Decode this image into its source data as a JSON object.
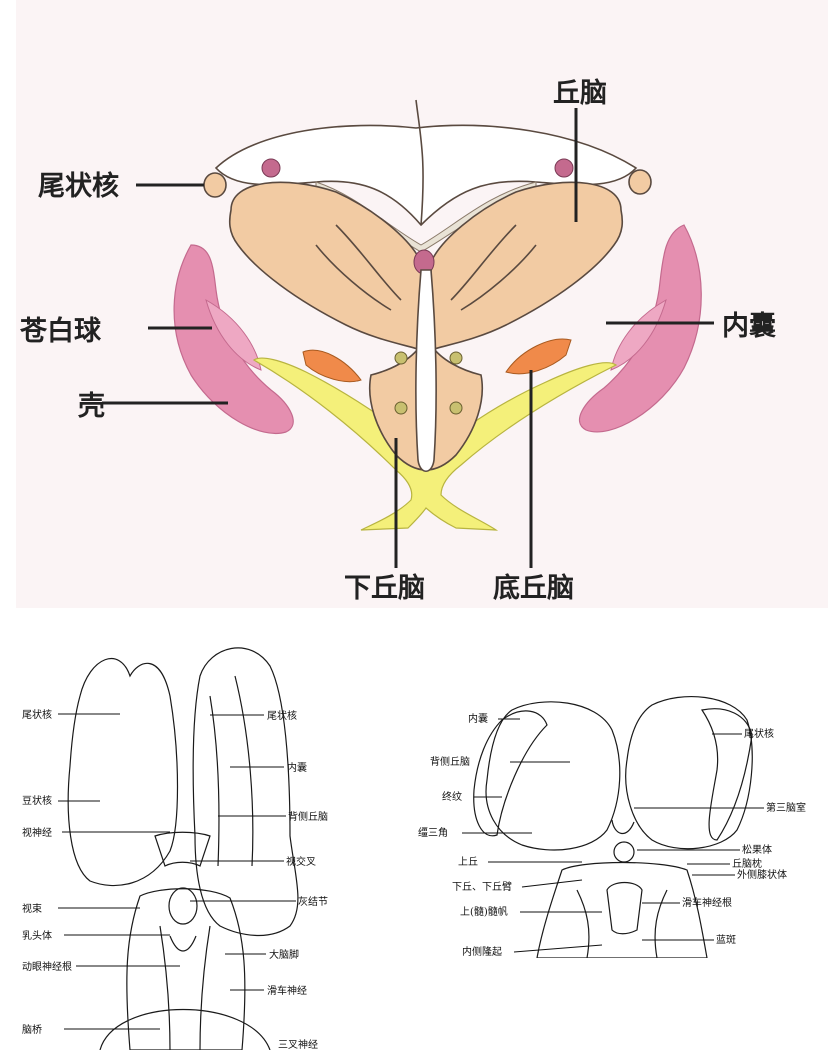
{
  "top_diagram": {
    "labels": {
      "thalamus": "丘脑",
      "caudate": "尾状核",
      "globus_pallidus": "苍白球",
      "internal_capsule": "内囊",
      "putamen": "壳",
      "hypothalamus": "下丘脑",
      "subthalamus": "底丘脑"
    },
    "colors": {
      "thalamus": "#f2cba3",
      "lentiform": "#e58fb0",
      "fornix": "#f4f07a",
      "red_nucleus": "#f08a4a",
      "background": "#fbf4f5"
    }
  },
  "bottom_left_diagram": {
    "labels": {
      "caudate": "尾状核",
      "internal_capsule": "内囊",
      "lentiform": "豆状核",
      "dorsal_thalamus": "背侧丘脑",
      "optic_nerve": "视神经",
      "optic_chiasm": "视交叉",
      "optic_tract": "视束",
      "tuber": "灰结节",
      "mammillary": "乳头体",
      "cerebral_peduncle": "大脑脚",
      "oculomotor": "动眼神经根",
      "trochlear": "滑车神经",
      "pons": "脑桥",
      "cutoff": "三叉神经"
    }
  },
  "bottom_right_diagram": {
    "labels": {
      "internal_capsule": "内囊",
      "caudate": "尾状核",
      "dorsal_thalamus": "背侧丘脑",
      "stria": "终纹",
      "third_ventricle": "第三脑室",
      "habenular_trigone": "缰三角",
      "pineal": "松果体",
      "superior_colliculus": "上丘",
      "pulvinar": "丘脑枕",
      "lateral_geniculate": "外侧膝状体",
      "inferior_colliculus": "下丘、下丘臂",
      "trochlear": "滑车神经根",
      "velum": "上(髓)髓帆",
      "medial_eminence": "内侧隆起",
      "locus": "蓝斑"
    }
  }
}
